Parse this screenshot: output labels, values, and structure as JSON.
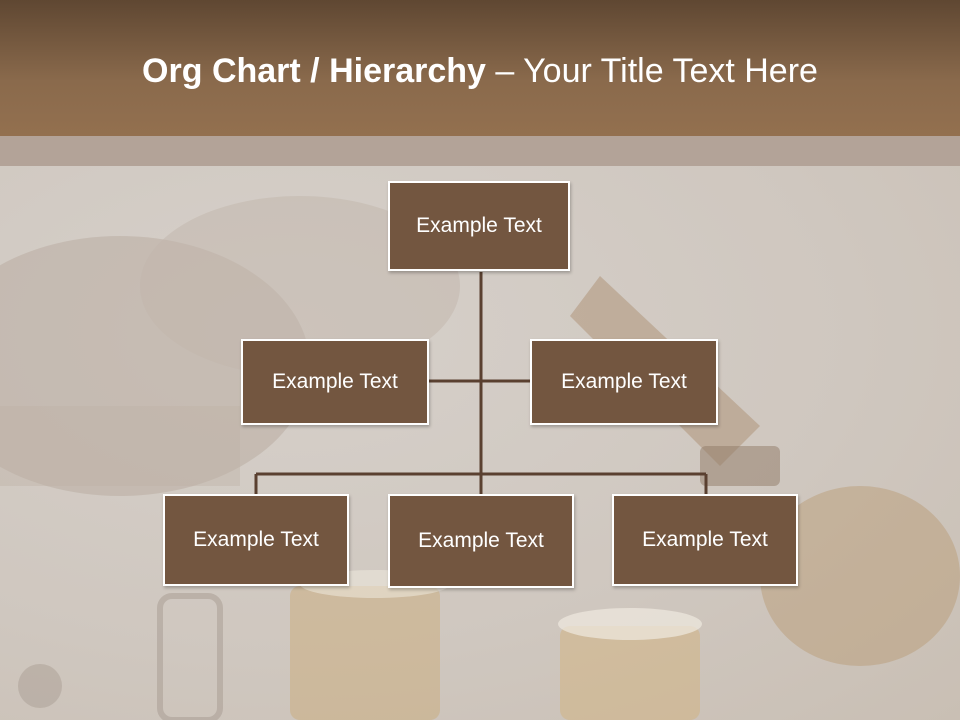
{
  "title": {
    "bold_part": "Org Chart / Hierarchy",
    "separator": " – ",
    "regular_part": "Your Title Text Here"
  },
  "nodes": {
    "top": "Example Text",
    "mid_left": "Example Text",
    "mid_right": "Example Text",
    "bottom_left": "Example Text",
    "bottom_center": "Example Text",
    "bottom_right": "Example Text"
  },
  "colors": {
    "header": "#8a6a4c",
    "box_fill": "#735640",
    "box_border": "#ffffff",
    "connector": "#5a4030"
  }
}
